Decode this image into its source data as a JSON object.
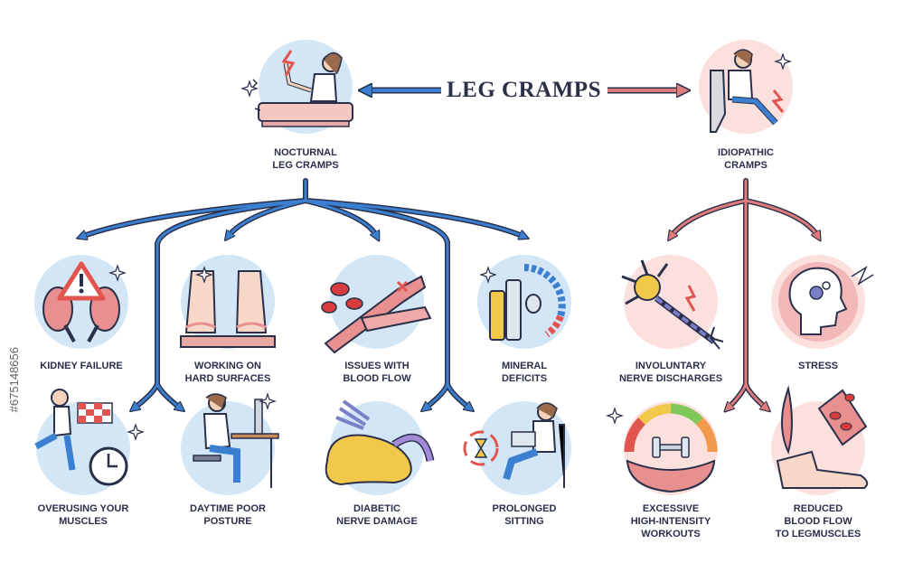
{
  "title": "LEG CRAMPS",
  "colors": {
    "blue": "#3a7fd0",
    "red": "#e07b7b",
    "ink": "#2a2f4a",
    "blue_bg": "#d3e6f6",
    "red_bg": "#fbe0de"
  },
  "categories": {
    "nocturnal": "NOCTURNAL\nLEG CRAMPS",
    "idiopathic": "IDIOPATHIC\nCRAMPS"
  },
  "causes": {
    "kidney": "KIDNEY FAILURE",
    "hard_surfaces": "WORKING ON\nHARD SURFACES",
    "blood_flow": "ISSUES WITH\nBLOOD FLOW",
    "mineral": "MINERAL\nDEFICITS",
    "nerve_discharges": "INVOLUNTARY\nNERVE DISCHARGES",
    "stress": "STRESS",
    "overusing": "OVERUSING YOUR\nMUSCLES",
    "posture": "DAYTIME POOR\nPOSTURE",
    "diabetic": "DIABETIC\nNERVE DAMAGE",
    "sitting": "PROLONGED\nSITTING",
    "workouts": "EXCESSIVE\nHIGH-INTENSITY\nWORKOUTS",
    "reduced_flow": "REDUCED\nBLOOD FLOW\nTO LEGMUSCLES"
  },
  "watermark": "#675148656"
}
